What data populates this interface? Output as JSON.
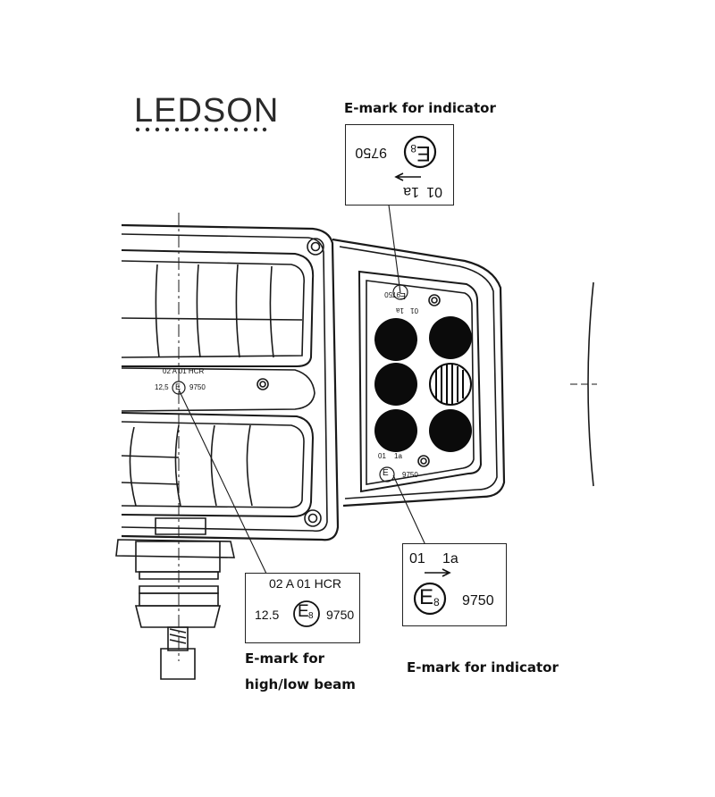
{
  "logo": {
    "text": "LEDSON"
  },
  "labels": {
    "indicator_top": "E-mark for indicator",
    "indicator_bottom": "E-mark for indicator",
    "beam_line1": "E-mark for",
    "beam_line2": "high/low beam"
  },
  "emark_indicator": {
    "code": "9750",
    "country": "8",
    "letter": "E",
    "class_a": "01",
    "class_b": "1a"
  },
  "emark_beam": {
    "line1": "02 A 01 HCR",
    "ref": "12.5",
    "country": "8",
    "letter": "E",
    "code": "9750"
  },
  "lamp_marks": {
    "beam_small_line1": "02 A 01 HCR",
    "beam_small_ref": "12,5",
    "beam_small_code": "9750",
    "ind_small_a": "01",
    "ind_small_b": "1a",
    "ind_small_code": "9750",
    "ind_small_top_code": "9750",
    "ind_small_top_a": "01",
    "ind_small_top_b": "1a"
  },
  "colors": {
    "line": "#1a1a1a",
    "lens_dark": "#0b0b0b",
    "background": "#ffffff"
  }
}
